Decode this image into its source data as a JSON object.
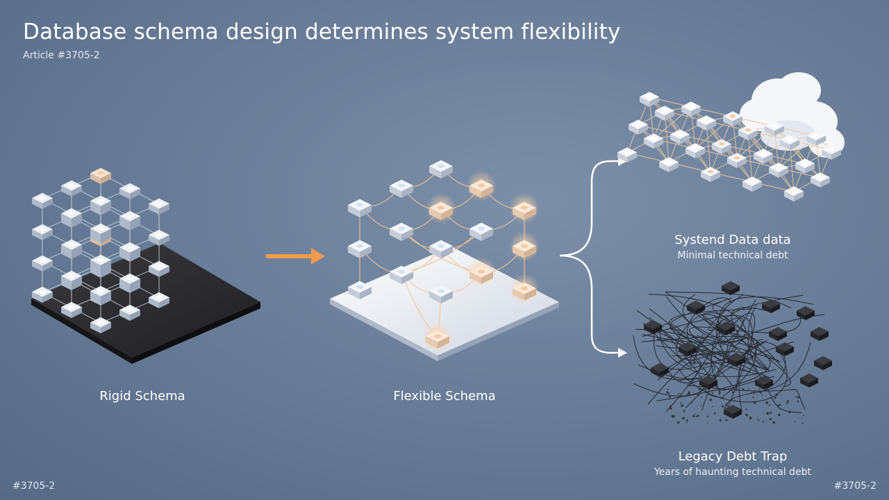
{
  "header": {
    "title": "Database schema design determines system flexibility",
    "subtitle": "Article #3705-2"
  },
  "footer": {
    "left_id": "#3705-2",
    "right_id": "#3705-2"
  },
  "stages": {
    "rigid": {
      "label": "Rigid Schema"
    },
    "flexible": {
      "label": "Flexible Schema"
    },
    "good_outcome": {
      "label": "Systend Data data",
      "caption": "Minimal technical debt"
    },
    "bad_outcome": {
      "label": "Legacy Debt Trap",
      "caption": "Years of haunting technical debt"
    }
  },
  "colors": {
    "accent_arrow": "#f39a4d",
    "highlight_node": "#f7c9a1",
    "dark_platform": "#2b2b2f",
    "light_platform": "#e6eaf1",
    "debt_node": "#2a2c30"
  }
}
